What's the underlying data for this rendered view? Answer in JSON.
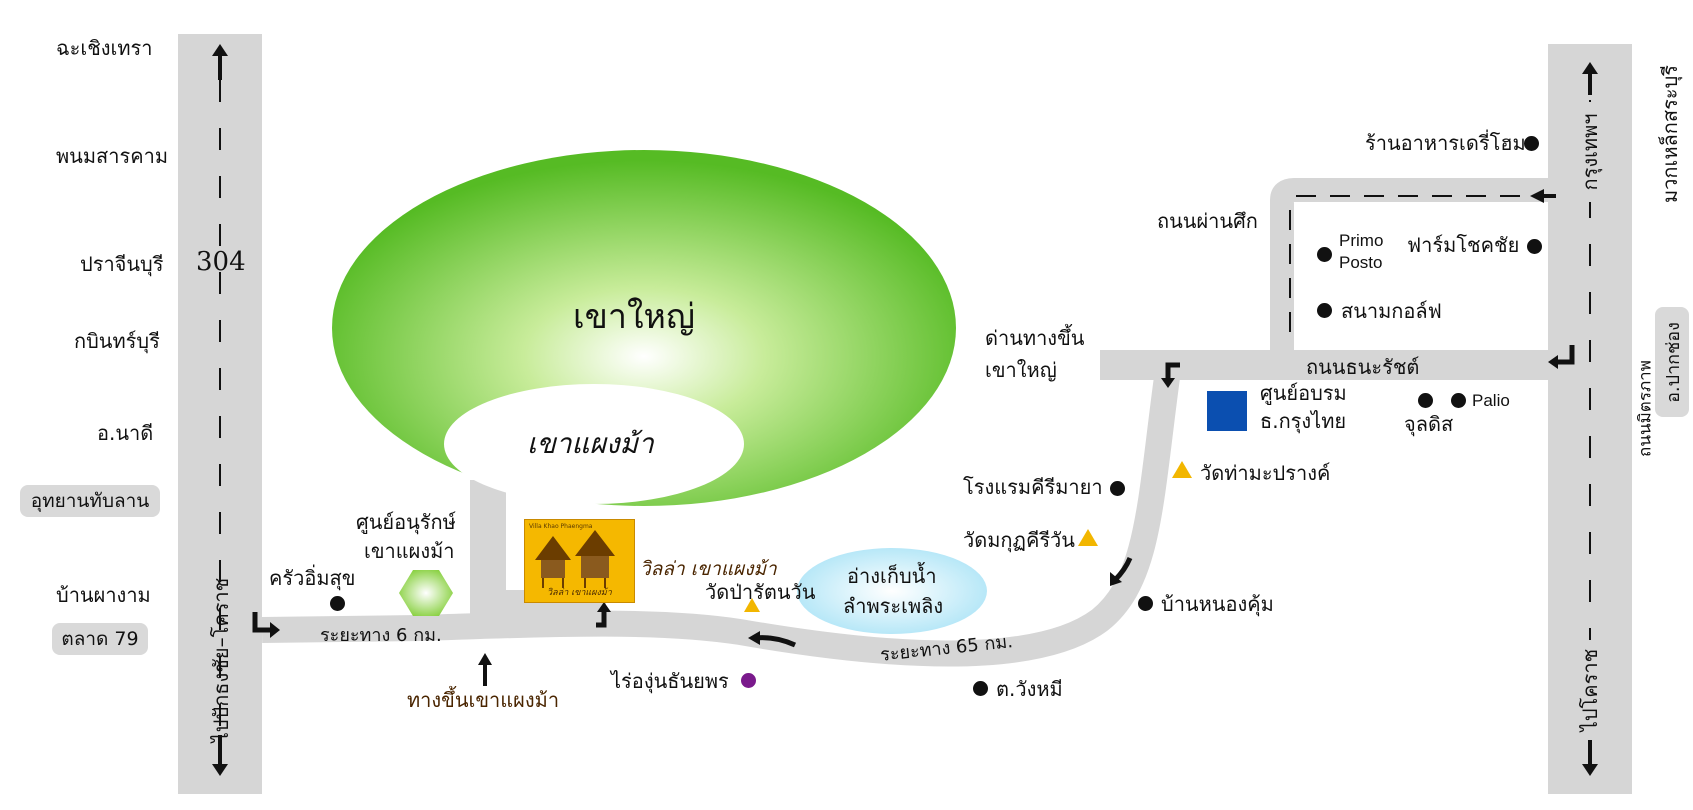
{
  "title": "",
  "colors": {
    "road": "#d6d6d6",
    "mountain_green": "#5cbf2a",
    "mountain_center": "#ffffff",
    "reservoir": "#bfe9f7",
    "forest_hexagon": "#7dcc2e",
    "training_center_square": "#0b4fb0",
    "temple_triangle": "#f2b600",
    "vineyard_dot": "#7a1a8c",
    "brown_text": "#4a2500"
  },
  "left_highway": {
    "route_number": "304",
    "towns": [
      "ฉะเชิงเทรา",
      "พนมสารคาม",
      "ปราจีนบุรี",
      "กบินทร์บุรี",
      "อ.นาดี"
    ],
    "pill_upper": "อุทยานทับลาน",
    "town_bottom": "บ้านผางาม",
    "pill_lower": "ตลาด 79",
    "vertical_label": "ไปปักธงชัย–โคราช"
  },
  "mountain": {
    "name": "เขาใหญ่",
    "inner_name": "เขาแผงม้า"
  },
  "right_highway": {
    "top_label": "กรุงเทพฯ",
    "bottom_label": "ไปโคราช",
    "far_right_label": "มวกเหล็กสระบุรี",
    "pill_label": "อ.ปากช่อง",
    "road_name": "ถนนมิตรภาพ"
  },
  "roads": {
    "thanarat": "ถนนธนะรัชต์",
    "phansuek": "ถนนผ่านศึก",
    "distance_6": "ระยะทาง 6 กม.",
    "distance_65": "ระยะทาง 65 กม.",
    "checkpoint": [
      "ด่านทางขึ้น",
      "เขาใหญ่"
    ],
    "uphill": "ทางขึ้นเขาแผงม้า"
  },
  "places": {
    "restaurant": "ร้านอาหารเดรี่โฮม",
    "farm": "ฟาร์มโชคชัย",
    "primo_posto": [
      "Primo",
      "Posto"
    ],
    "golf": "สนามกอล์ฟ",
    "training_center": [
      "ศูนย์อบรม",
      "ธ.กรุงไทย"
    ],
    "palio": "Palio",
    "julidis": "จุลดิส",
    "wat_thamapang": "วัดท่ามะปรางค์",
    "hotel": "โรงแรมคีรีมายา",
    "wat_kudi": "วัดมกุฏคีรีวัน",
    "wat_pa": "วัดป่ารัตนวัน",
    "reservoir": [
      "อ่างเก็บน้ำ",
      "ลำพระเพลิง"
    ],
    "ban_nong_khum": "บ้านหนองคุ้ม",
    "tambon_wangmi": "ต.วังหมี",
    "vineyard": "ไร่องุ่นธันยพร",
    "villa": "วิลล่า เขาแผงม้า",
    "khrua": "ครัวอิ่มสุข",
    "conservation": [
      "ศูนย์อนุรักษ์",
      "เขาแผงม้า"
    ],
    "logo_top": "Villa Khao Phaengma",
    "logo_bottom": "วิลล่า เขาแผงม้า"
  }
}
